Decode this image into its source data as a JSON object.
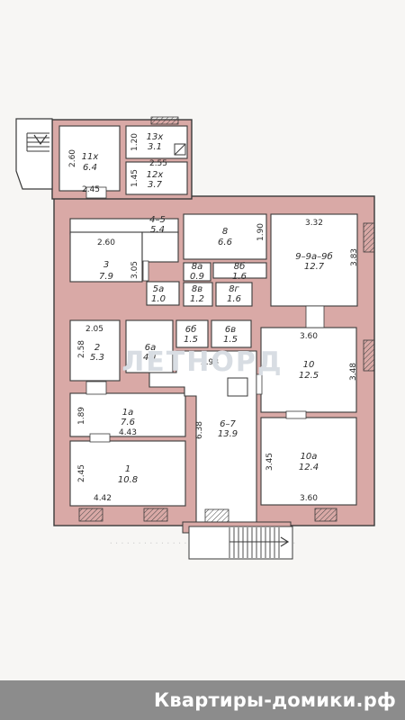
{
  "watermark": "ЛЕТНОРД",
  "footer_text": "Квартиры-домики.рф",
  "colors": {
    "wall": "#d9a9a6",
    "wall_stroke": "#3a3a3a",
    "room": "#ffffff",
    "watermark": "#d8dde3"
  },
  "rooms": [
    {
      "id": "11x",
      "name": "11x",
      "area": "6.4"
    },
    {
      "id": "13x",
      "name": "13x",
      "area": "3.1"
    },
    {
      "id": "12x",
      "name": "12x",
      "area": "3.7"
    },
    {
      "id": "4-5",
      "name": "4–5",
      "area": "5.4"
    },
    {
      "id": "8",
      "name": "8",
      "area": "6.6"
    },
    {
      "id": "9-9a-9b",
      "name": "9–9а–9б",
      "area": "12.7"
    },
    {
      "id": "3",
      "name": "3",
      "area": "7.9"
    },
    {
      "id": "8a",
      "name": "8а",
      "area": "0.9"
    },
    {
      "id": "8b",
      "name": "8б",
      "area": "1.6"
    },
    {
      "id": "5a",
      "name": "5а",
      "area": "1.0"
    },
    {
      "id": "8v",
      "name": "8в",
      "area": "1.2"
    },
    {
      "id": "8g",
      "name": "8г",
      "area": "1.6"
    },
    {
      "id": "6b",
      "name": "6б",
      "area": "1.5"
    },
    {
      "id": "6v",
      "name": "6в",
      "area": "1.5"
    },
    {
      "id": "2",
      "name": "2",
      "area": "5.3"
    },
    {
      "id": "6a",
      "name": "6а",
      "area": "4.1"
    },
    {
      "id": "10",
      "name": "10",
      "area": "12.5"
    },
    {
      "id": "1a",
      "name": "1а",
      "area": "7.6"
    },
    {
      "id": "6-7",
      "name": "6–7",
      "area": "13.9"
    },
    {
      "id": "10a",
      "name": "10а",
      "area": "12.4"
    },
    {
      "id": "1",
      "name": "1",
      "area": "10.8"
    }
  ],
  "dimensions": [
    {
      "id": "d-2.60-11x",
      "text": "2.60"
    },
    {
      "id": "d-2.45-top",
      "text": "2.45"
    },
    {
      "id": "d-1.20",
      "text": "1.20"
    },
    {
      "id": "d-2.55",
      "text": "2.55"
    },
    {
      "id": "d-1.45",
      "text": "1.45"
    },
    {
      "id": "d-1.90",
      "text": "1.90"
    },
    {
      "id": "d-3.32",
      "text": "3.32"
    },
    {
      "id": "d-3.83",
      "text": "3.83"
    },
    {
      "id": "d-2.60-3",
      "text": "2.60"
    },
    {
      "id": "d-3.05",
      "text": "3.05"
    },
    {
      "id": "d-2.05",
      "text": "2.05"
    },
    {
      "id": "d-2.58",
      "text": "2.58"
    },
    {
      "id": "d-2.98",
      "text": "2.98"
    },
    {
      "id": "d-3.60-top",
      "text": "3.60"
    },
    {
      "id": "d-3.48",
      "text": "3.48"
    },
    {
      "id": "d-1.89",
      "text": "1.89"
    },
    {
      "id": "d-4.43",
      "text": "4.43"
    },
    {
      "id": "d-6.38",
      "text": "6.38"
    },
    {
      "id": "d-3.45",
      "text": "3.45"
    },
    {
      "id": "d-2.45-1",
      "text": "2.45"
    },
    {
      "id": "d-4.42",
      "text": "4.42"
    },
    {
      "id": "d-3.60-bottom",
      "text": "3.60"
    }
  ]
}
